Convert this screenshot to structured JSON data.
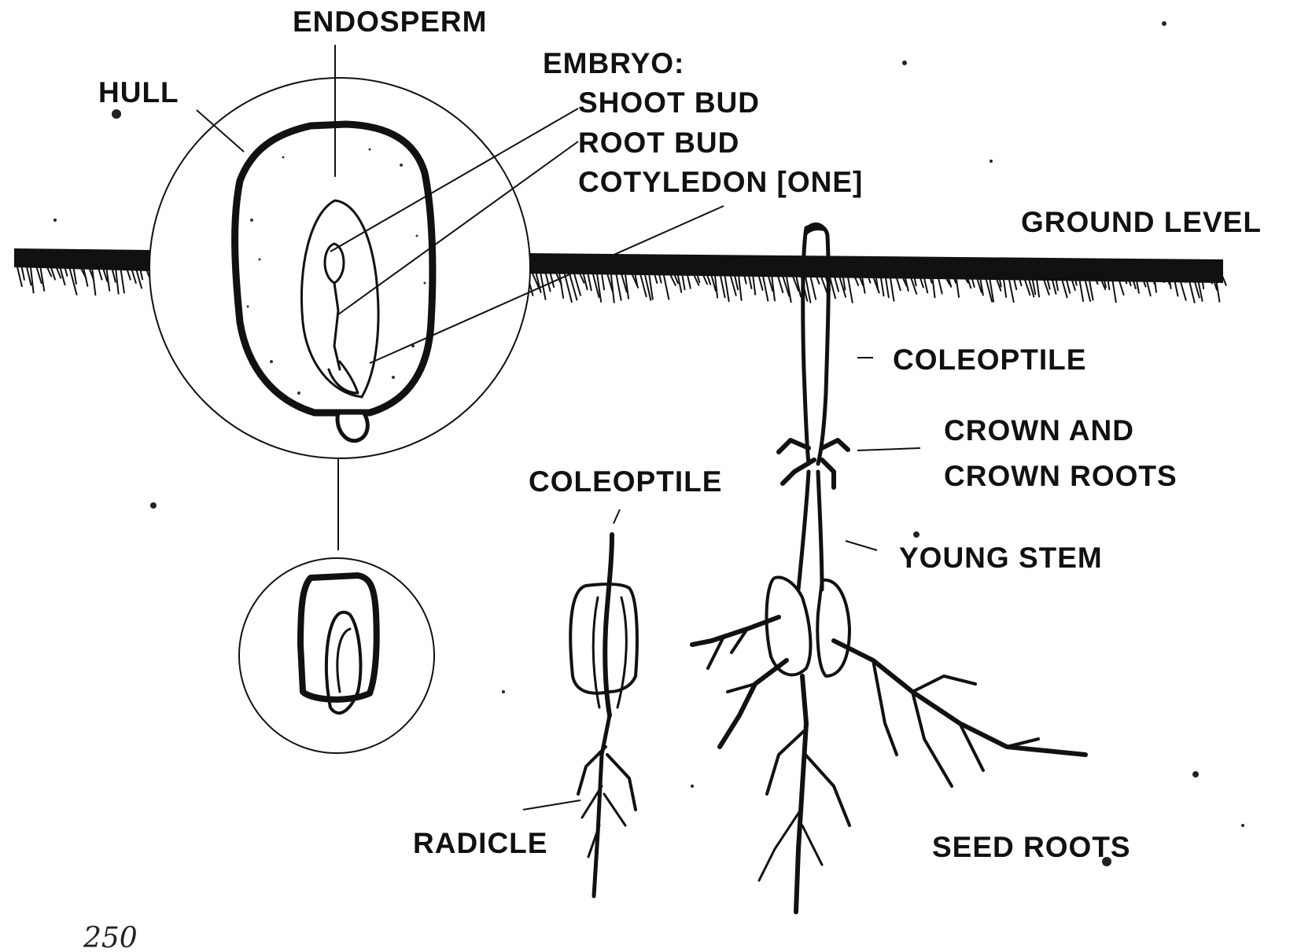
{
  "labels": {
    "endosperm": "ENDOSPERM",
    "hull": "HULL",
    "embryo_heading": "EMBRYO:",
    "shoot_bud": "SHOOT BUD",
    "root_bud": "ROOT BUD",
    "cotyledon": "COTYLEDON [ONE]",
    "ground_level": "GROUND LEVEL",
    "coleoptile_right": "COLEOPTILE",
    "crown_line1": "CROWN AND",
    "crown_line2": "CROWN ROOTS",
    "coleoptile_left": "COLEOPTILE",
    "young_stem": "YOUNG STEM",
    "radicle": "RADICLE",
    "seed_roots": "SEED ROOTS"
  },
  "page_number": "250",
  "colors": {
    "ink": "#111111",
    "paper": "#ffffff"
  }
}
